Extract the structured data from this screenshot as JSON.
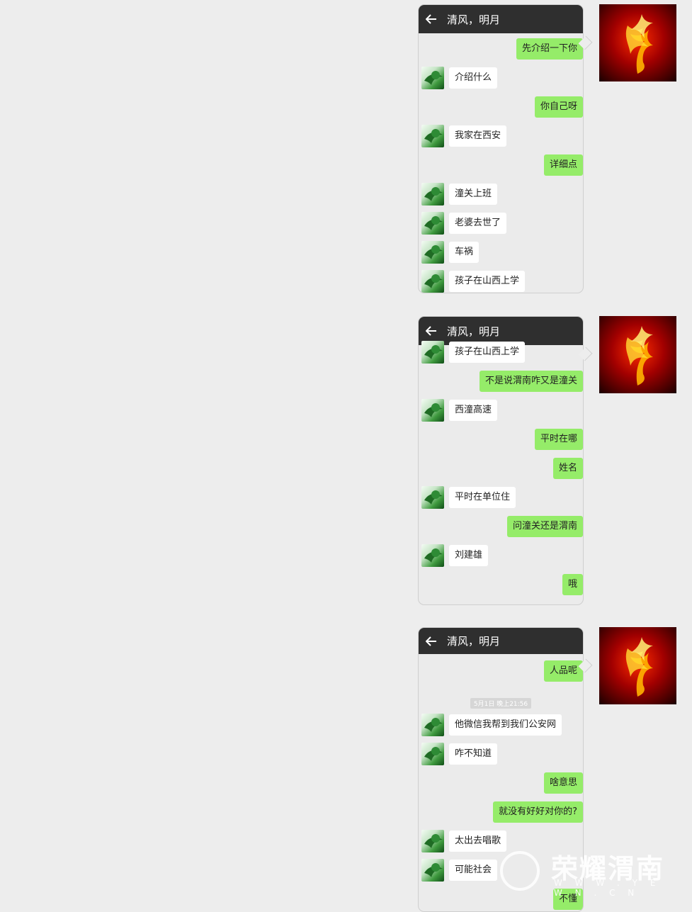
{
  "watermark": {
    "brand": "荣耀渭南",
    "site": "W W W . Y E W N . C N"
  },
  "screens": [
    {
      "title": "清风，明月",
      "messages": [
        {
          "dir": "out",
          "text": "先介绍一下你"
        },
        {
          "dir": "in",
          "text": "介绍什么"
        },
        {
          "dir": "out",
          "text": "你自己呀"
        },
        {
          "dir": "in",
          "text": "我家在西安"
        },
        {
          "dir": "out",
          "text": "详细点"
        },
        {
          "dir": "in",
          "text": "潼关上班"
        },
        {
          "dir": "in",
          "text": "老婆去世了"
        },
        {
          "dir": "in",
          "text": "车祸"
        },
        {
          "dir": "in",
          "text": "孩子在山西上学"
        }
      ]
    },
    {
      "title": "清风，明月",
      "messages": [
        {
          "dir": "in",
          "text": "孩子在山西上学"
        },
        {
          "dir": "out",
          "text": "不是说渭南咋又是潼关"
        },
        {
          "dir": "in",
          "text": "西潼高速"
        },
        {
          "dir": "out",
          "text": "平时在哪"
        },
        {
          "dir": "out",
          "text": "姓名"
        },
        {
          "dir": "in",
          "text": "平时在单位住"
        },
        {
          "dir": "out",
          "text": "问潼关还是渭南"
        },
        {
          "dir": "in",
          "text": "刘建雄"
        },
        {
          "dir": "out",
          "text": "哦"
        }
      ]
    },
    {
      "title": "清风，明月",
      "timestamp": "5月1日 晚上21:56",
      "messages": [
        {
          "dir": "out",
          "text": "人品呢"
        },
        {
          "dir": "in",
          "text": "他微信我帮到我们公安网"
        },
        {
          "dir": "in",
          "text": "咋不知道"
        },
        {
          "dir": "out",
          "text": "啥意思"
        },
        {
          "dir": "out",
          "text": "就没有好好对你的?"
        },
        {
          "dir": "in",
          "text": "太出去唱歌"
        },
        {
          "dir": "in",
          "text": "可能社会"
        },
        {
          "dir": "out",
          "text": "不懂"
        }
      ]
    }
  ]
}
